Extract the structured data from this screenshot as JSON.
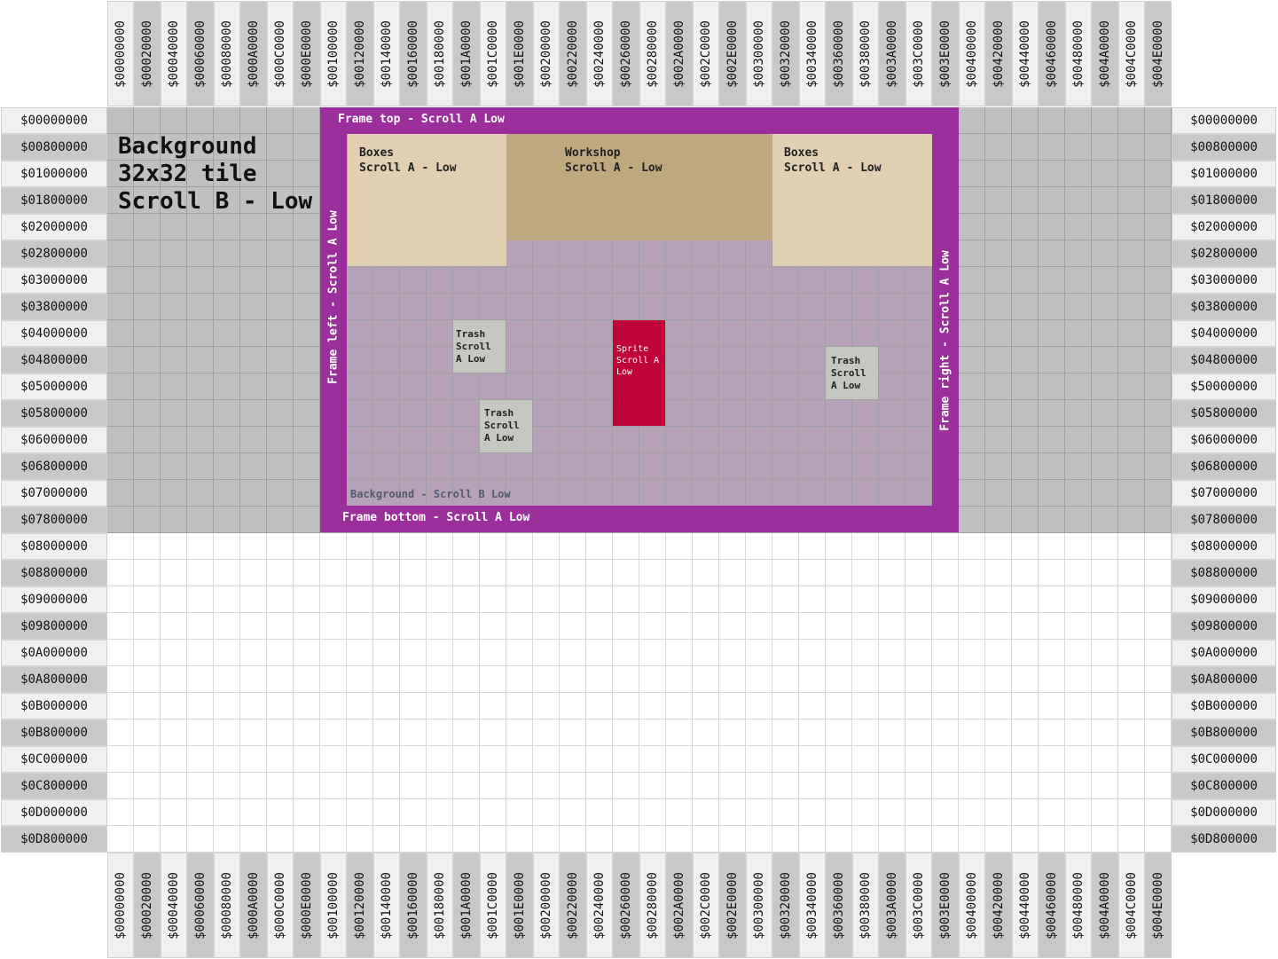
{
  "columns": [
    "$00000000",
    "$00020000",
    "$00040000",
    "$00060000",
    "$00080000",
    "$000A0000",
    "$000C0000",
    "$000E0000",
    "$00100000",
    "$00120000",
    "$00140000",
    "$00160000",
    "$00180000",
    "$001A0000",
    "$001C0000",
    "$001E0000",
    "$00200000",
    "$00220000",
    "$00240000",
    "$00260000",
    "$00280000",
    "$002A0000",
    "$002C0000",
    "$002E0000",
    "$00300000",
    "$00320000",
    "$00340000",
    "$00360000",
    "$00380000",
    "$003A0000",
    "$003C0000",
    "$003E0000",
    "$00400000",
    "$00420000",
    "$00440000",
    "$00460000",
    "$00480000",
    "$004A0000",
    "$004C0000",
    "$004E0000"
  ],
  "rows": [
    "$00000000",
    "$00800000",
    "$01000000",
    "$01800000",
    "$02000000",
    "$02800000",
    "$03000000",
    "$03800000",
    "$04000000",
    "$04800000",
    "$05000000",
    "$05800000",
    "$06000000",
    "$06800000",
    "$07000000",
    "$07800000",
    "$08000000",
    "$08800000",
    "$09000000",
    "$09800000",
    "$0A000000",
    "$0A800000",
    "$0B000000",
    "$0B800000",
    "$0C000000",
    "$0C800000",
    "$0D000000",
    "$0D800000"
  ],
  "right_rows": [
    "$00000000",
    "$00800000",
    "$01000000",
    "$01800000",
    "$02000000",
    "$02800000",
    "$03000000",
    "$03800000",
    "$04000000",
    "$04800000",
    "$50000000",
    "$05800000",
    "$06000000",
    "$06800000",
    "$07000000",
    "$07800000",
    "$08000000",
    "$08800000",
    "$09000000",
    "$09800000",
    "$0A000000",
    "$0A800000",
    "$0B000000",
    "$0B800000",
    "$0C000000",
    "$0C800000",
    "$0D000000",
    "$0D800000"
  ],
  "background_title": "Background\n32x32 tile\nScroll B - Low",
  "frame_top": "Frame top - Scroll A Low",
  "frame_bottom": "Frame bottom - Scroll A Low",
  "frame_left": "Frame left - Scroll A Low",
  "frame_right": "Frame right - Scroll A Low",
  "boxes_left": "Boxes\nScroll A - Low",
  "workshop": "Workshop\nScroll A - Low",
  "boxes_right": "Boxes\nScroll A - Low",
  "trash1": "Trash\nScroll\nA Low",
  "trash2": "Trash\nScroll\nA Low",
  "trash3": "Trash\nScroll\nA Low",
  "sprite": "Sprite\nScroll A\nLow",
  "background_label": "Background - Scroll B Low",
  "colors": {
    "frame": "#9b2f9c",
    "grey_cell": "#c0c0c0",
    "purple_area": "#b6a1b8",
    "boxes": "#e0cfb0",
    "workshop": "#bfa77f",
    "trash": "#c4c8c0",
    "sprite": "#c0043a"
  }
}
